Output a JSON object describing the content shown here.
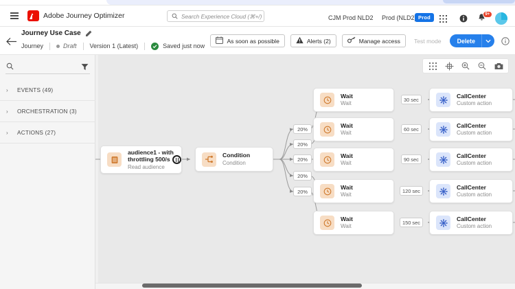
{
  "topbar": {
    "menu_icon": "hamburger-icon",
    "brand": "Adobe Journey Optimizer",
    "search_placeholder": "Search Experience Cloud (⌘+/)",
    "org": "CJM Prod NLD2",
    "sandbox": "Prod (NLD2)",
    "env_chip": "Prod",
    "apps_icon": "apps-grid-icon",
    "help_icon": "help-icon",
    "bell_icon": "notifications-bell-icon",
    "bell_badge": "9+",
    "avatar_icon": "user-avatar"
  },
  "subheader": {
    "back_icon": "back-arrow-icon",
    "title": "Journey Use Case",
    "edit_icon": "pencil-edit-icon",
    "type": "Journey",
    "status": "Draft",
    "version": "Version 1 (Latest)",
    "saved": "Saved just now",
    "buttons": {
      "schedule": "As soon as possible",
      "alerts": "Alerts (2)",
      "manage_access": "Manage access",
      "test_mode": "Test mode",
      "delete": "Delete",
      "delete_caret": "▾",
      "info_icon": "info-circle-icon"
    }
  },
  "palette": {
    "search_icon": "search-icon",
    "search_value": "",
    "filter_icon": "filter-icon",
    "sections": [
      {
        "label": "EVENTS (49)",
        "chevron": "›"
      },
      {
        "label": "ORCHESTRATION (3)",
        "chevron": "›"
      },
      {
        "label": "ACTIONS (27)",
        "chevron": "›"
      }
    ]
  },
  "canvas": {
    "toolbar": [
      {
        "icon": "grid-dots-icon"
      },
      {
        "icon": "fit-to-screen-crosshair-icon"
      },
      {
        "icon": "zoom-in-icon"
      },
      {
        "icon": "zoom-out-icon"
      },
      {
        "icon": "screenshot-camera-icon"
      }
    ],
    "nodes": {
      "audience": {
        "title": "audience1 - with throttling 500/s",
        "subtitle": "Read audience",
        "icon": "read-audience-icon"
      },
      "throttle_badge_icon": "throttling-icon",
      "condition": {
        "title": "Condition",
        "subtitle": "Condition",
        "icon": "condition-split-icon"
      }
    },
    "branches": [
      {
        "percent": "20%",
        "wait_title": "Wait",
        "wait_subtitle": "Wait",
        "wait_icon": "clock-icon",
        "duration": "30 sec",
        "action_title": "CallCenter",
        "action_subtitle": "Custom action",
        "action_icon": "custom-action-icon"
      },
      {
        "percent": "20%",
        "wait_title": "Wait",
        "wait_subtitle": "Wait",
        "wait_icon": "clock-icon",
        "duration": "60 sec",
        "action_title": "CallCenter",
        "action_subtitle": "Custom action",
        "action_icon": "custom-action-icon"
      },
      {
        "percent": "20%",
        "wait_title": "Wait",
        "wait_subtitle": "Wait",
        "wait_icon": "clock-icon",
        "duration": "90 sec",
        "action_title": "CallCenter",
        "action_subtitle": "Custom action",
        "action_icon": "custom-action-icon"
      },
      {
        "percent": "20%",
        "wait_title": "Wait",
        "wait_subtitle": "Wait",
        "wait_icon": "clock-icon",
        "duration": "120 sec",
        "action_title": "CallCenter",
        "action_subtitle": "Custom action",
        "action_icon": "custom-action-icon"
      },
      {
        "percent": "20%",
        "wait_title": "Wait",
        "wait_subtitle": "Wait",
        "wait_icon": "clock-icon",
        "duration": "150 sec",
        "action_title": "CallCenter",
        "action_subtitle": "Custom action",
        "action_icon": "custom-action-icon"
      }
    ]
  },
  "colors": {
    "accent_blue": "#2680eb",
    "adobe_red": "#eb1000",
    "canvas_bg": "#e9e9e9",
    "icon_orange_bg": "#f7ddc4",
    "icon_blue_bg": "#dbe5fb",
    "success_green": "#2a8a3e",
    "badge_red": "#e8442b"
  }
}
